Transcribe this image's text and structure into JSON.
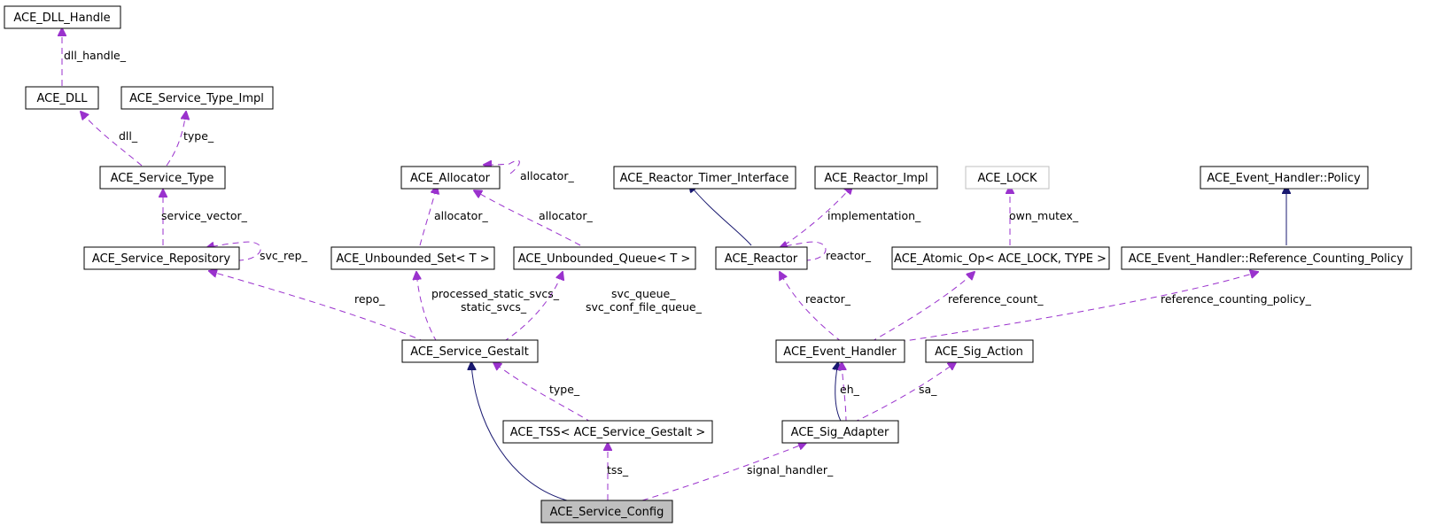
{
  "diagram": {
    "nodes": {
      "dll_handle": "ACE_DLL_Handle",
      "dll": "ACE_DLL",
      "service_type_impl": "ACE_Service_Type_Impl",
      "service_type": "ACE_Service_Type",
      "allocator": "ACE_Allocator",
      "reactor_timer_interface": "ACE_Reactor_Timer_Interface",
      "reactor_impl": "ACE_Reactor_Impl",
      "ace_lock": "ACE_LOCK",
      "eh_policy": "ACE_Event_Handler::Policy",
      "service_repository": "ACE_Service_Repository",
      "unbounded_set": "ACE_Unbounded_Set< T >",
      "unbounded_queue": "ACE_Unbounded_Queue< T >",
      "reactor": "ACE_Reactor",
      "atomic_op": "ACE_Atomic_Op< ACE_LOCK, TYPE >",
      "eh_ref_policy": "ACE_Event_Handler::Reference_Counting_Policy",
      "service_gestalt": "ACE_Service_Gestalt",
      "event_handler": "ACE_Event_Handler",
      "sig_action": "ACE_Sig_Action",
      "tss": "ACE_TSS< ACE_Service_Gestalt >",
      "sig_adapter": "ACE_Sig_Adapter",
      "service_config": "ACE_Service_Config"
    },
    "edge_labels": {
      "dll_handle": "dll_handle_",
      "dll": "dll_",
      "type": "type_",
      "allocator_self": "allocator_",
      "implementation": "implementation_",
      "own_mutex": "own_mutex_",
      "service_vector": "service_vector_",
      "svc_rep": "svc_rep_",
      "allocator_set": "allocator_",
      "allocator_queue": "allocator_",
      "reactor_self": "reactor_",
      "repo": "repo_",
      "processed_static_svcs": "processed_static_svcs_",
      "static_svcs": "static_svcs_",
      "svc_queue": "svc_queue_",
      "svc_conf_file_queue": "svc_conf_file_queue_",
      "reactor_eh": "reactor_",
      "reference_count": "reference_count_",
      "reference_counting_policy": "reference_counting_policy_",
      "gestalt_type": "type_",
      "eh": "eh_",
      "sa": "sa_",
      "tss": "tss_",
      "signal_handler": "signal_handler_"
    }
  }
}
